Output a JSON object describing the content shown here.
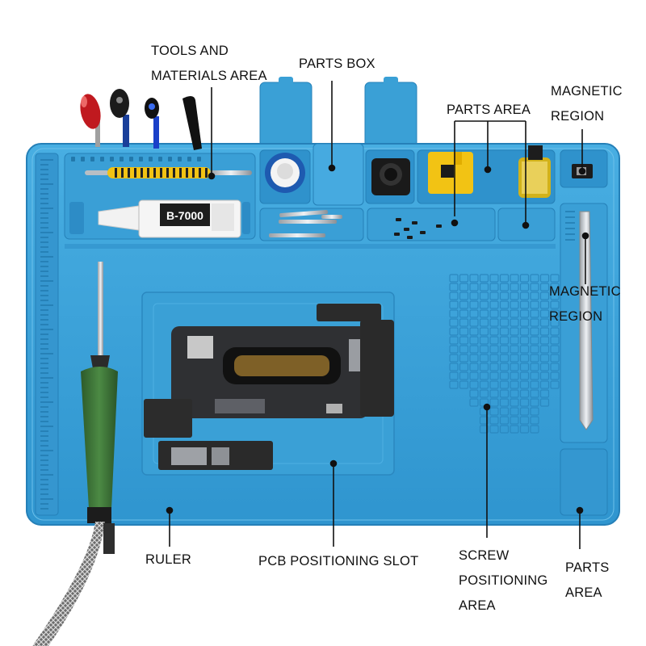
{
  "labels": {
    "tools_materials": [
      "TOOLS AND",
      "MATERIALS AREA"
    ],
    "parts_box": "PARTS BOX",
    "parts_area_top": "PARTS AREA",
    "magnetic_top": [
      "MAGNETIC",
      "REGION"
    ],
    "magnetic_right": [
      "MAGNETIC",
      "REGION"
    ],
    "ruler": "RULER",
    "pcb_slot": "PCB POSITIONING SLOT",
    "screw_area": [
      "SCREW",
      "POSITIONING",
      "AREA"
    ],
    "parts_area_bottom": [
      "PARTS",
      "AREA"
    ]
  },
  "product_text": {
    "glue_brand": "B-7000"
  },
  "colors": {
    "mat": "#3aa0d6",
    "mat_dark": "#2580b8",
    "mat_light": "#5cb6e6",
    "leader": "#111111"
  }
}
